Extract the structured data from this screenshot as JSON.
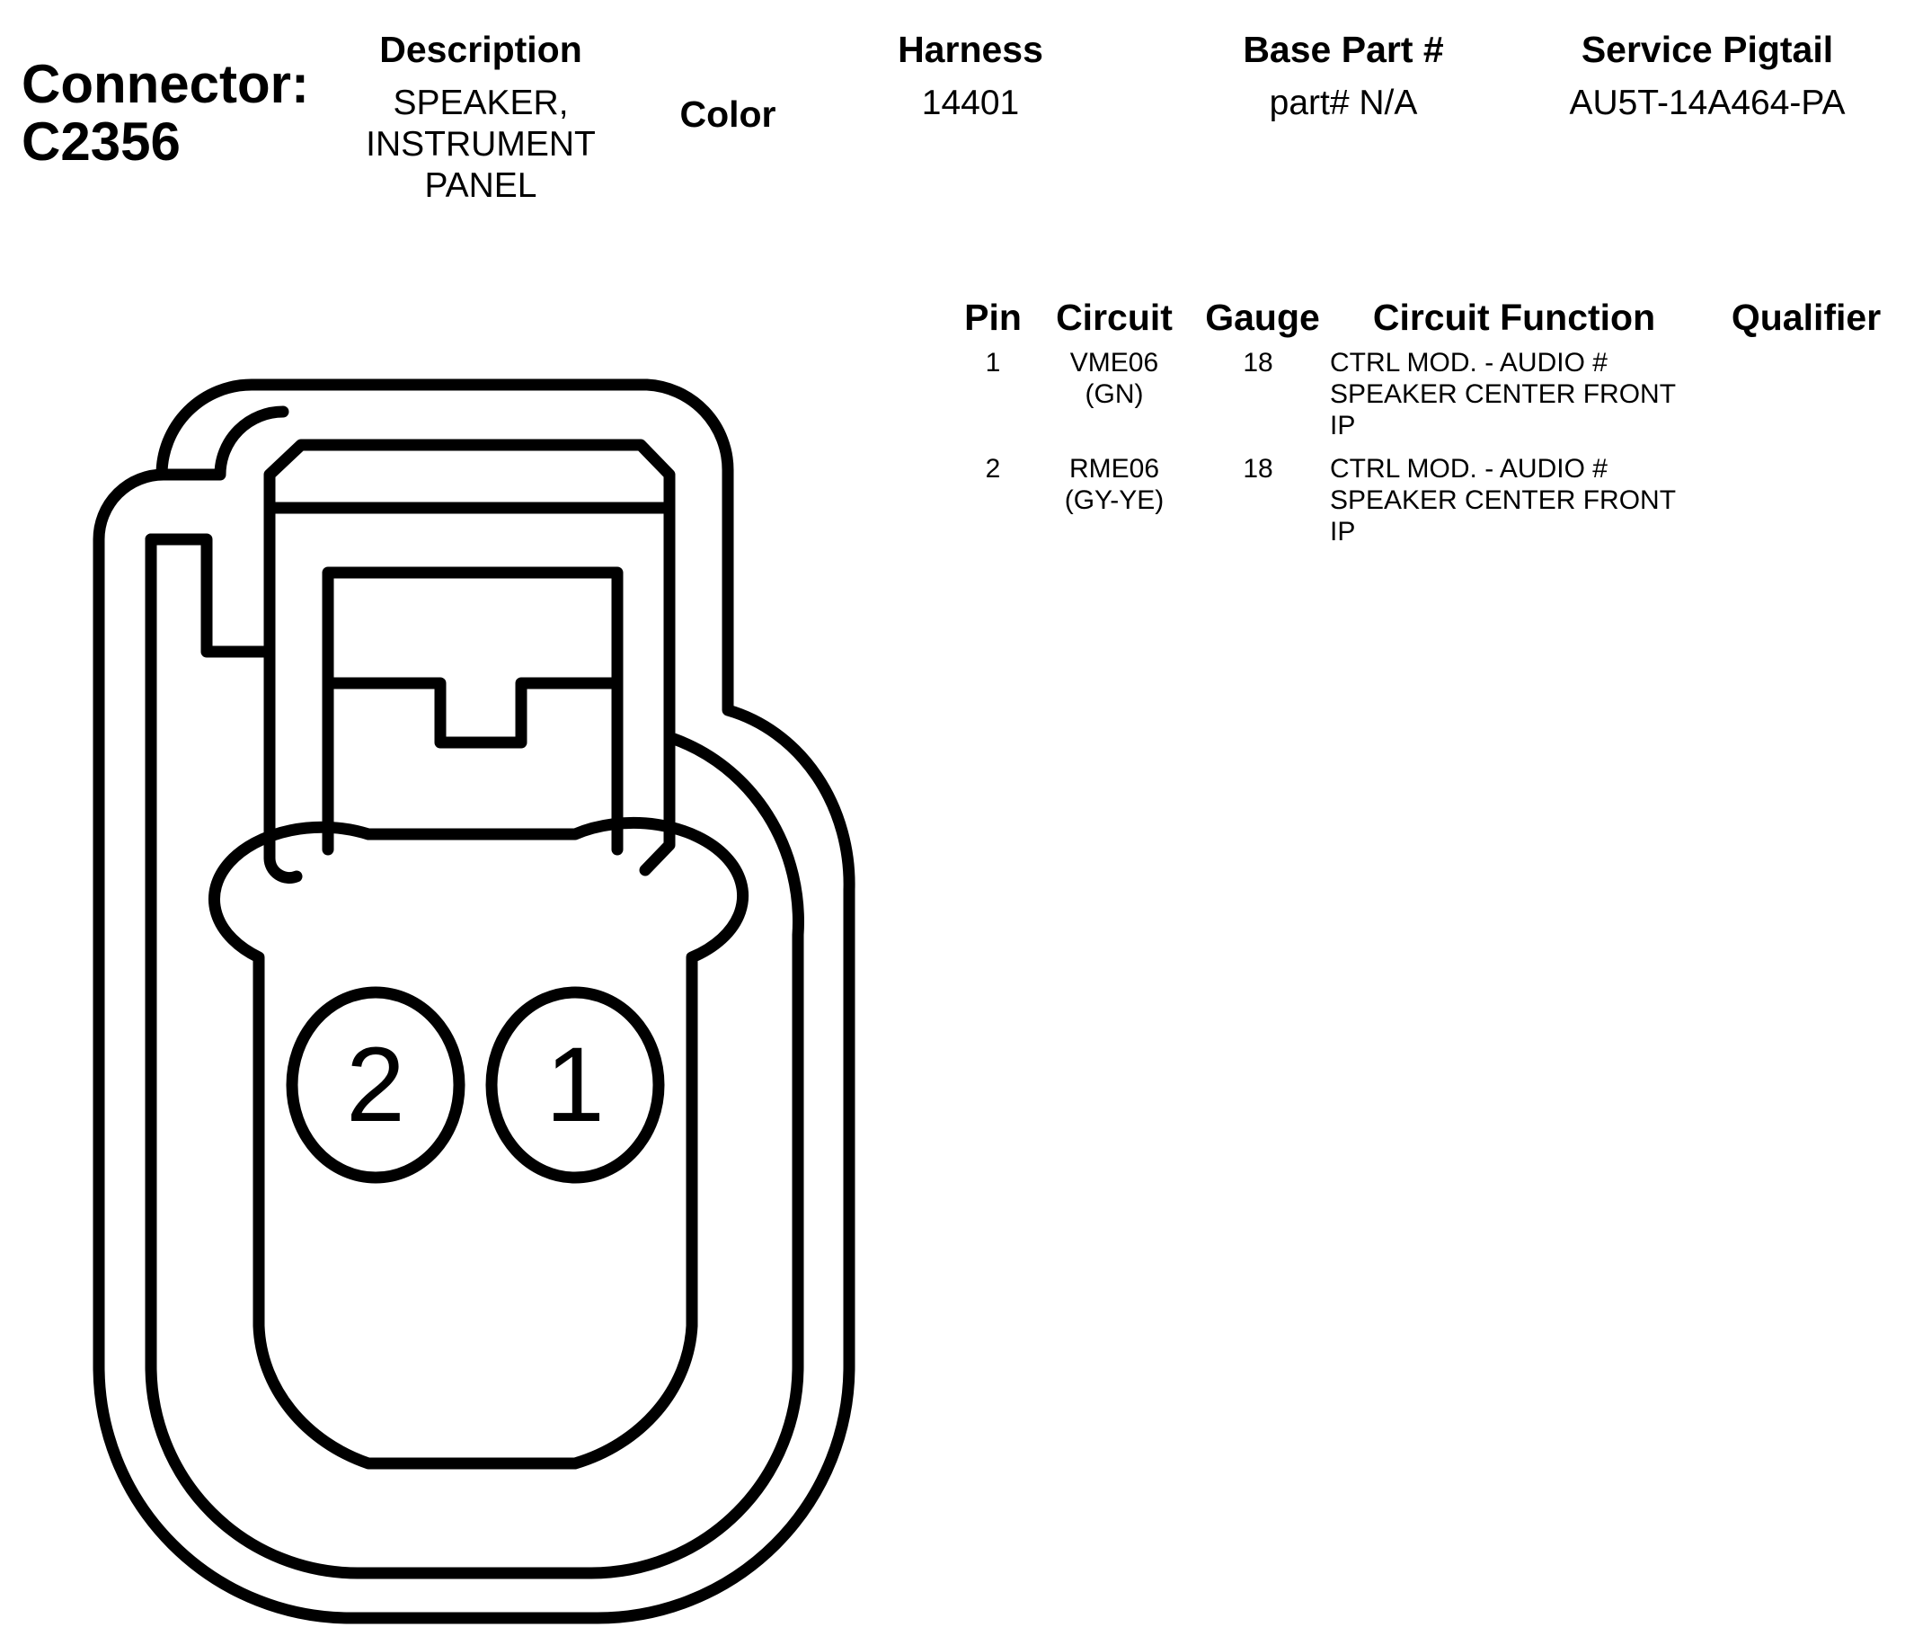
{
  "connector": {
    "label": "Connector:",
    "id": "C2356"
  },
  "header": {
    "description_label": "Description",
    "description_lines": [
      "SPEAKER,",
      "INSTRUMENT",
      "PANEL"
    ],
    "color_label": "Color",
    "harness_label": "Harness",
    "harness_value": "14401",
    "base_part_label": "Base Part #",
    "base_part_value": "part# N/A",
    "service_pigtail_label": "Service Pigtail",
    "service_pigtail_value": "AU5T-14A464-PA"
  },
  "pin_table": {
    "headers": {
      "pin": "Pin",
      "circuit": "Circuit",
      "gauge": "Gauge",
      "function": "Circuit Function",
      "qualifier": "Qualifier"
    },
    "rows": [
      {
        "pin": "1",
        "circuit": [
          "VME06",
          "(GN)"
        ],
        "gauge": "18",
        "function": [
          "CTRL MOD. - AUDIO #",
          "SPEAKER CENTER FRONT",
          "IP"
        ],
        "qualifier": ""
      },
      {
        "pin": "2",
        "circuit": [
          "RME06",
          "(GY-YE)"
        ],
        "gauge": "18",
        "function": [
          "CTRL MOD. - AUDIO #",
          "SPEAKER CENTER FRONT",
          "IP"
        ],
        "qualifier": ""
      }
    ]
  },
  "diagram": {
    "pin_labels": [
      "2",
      "1"
    ]
  }
}
